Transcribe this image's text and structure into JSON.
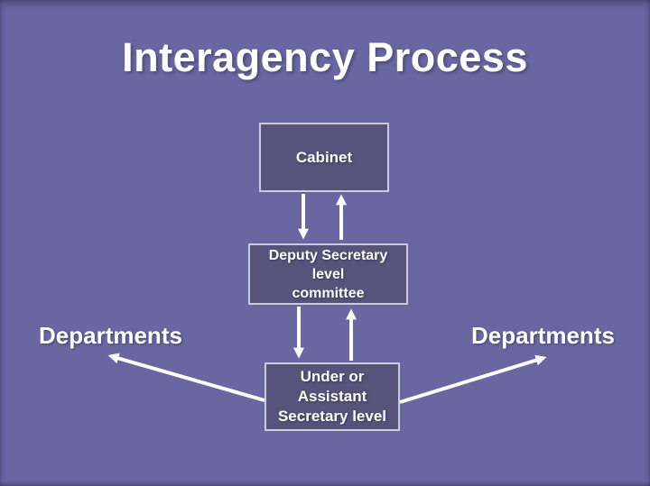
{
  "slide": {
    "title": "Interagency Process"
  },
  "diagram": {
    "nodes": [
      {
        "id": "cabinet",
        "label": "Cabinet"
      },
      {
        "id": "deputy-secretary-level-committee",
        "label": "Deputy Secretary\nlevel\ncommittee"
      },
      {
        "id": "under-or-assistant-secretary-level",
        "label": "Under or\nAssistant\nSecretary level"
      }
    ],
    "side_labels": {
      "left": "Departments",
      "right": "Departments"
    },
    "arrows": [
      {
        "from": "cabinet",
        "to": "deputy-secretary-level-committee",
        "direction": "down"
      },
      {
        "from": "deputy-secretary-level-committee",
        "to": "cabinet",
        "direction": "up"
      },
      {
        "from": "deputy-secretary-level-committee",
        "to": "under-or-assistant-secretary-level",
        "direction": "down"
      },
      {
        "from": "under-or-assistant-secretary-level",
        "to": "deputy-secretary-level-committee",
        "direction": "up"
      },
      {
        "from": "under-or-assistant-secretary-level",
        "to": "departments-left",
        "direction": "up-left"
      },
      {
        "from": "under-or-assistant-secretary-level",
        "to": "departments-right",
        "direction": "up-right"
      }
    ]
  },
  "theme": {
    "background": "#6966A2",
    "node_fill": "#57537A",
    "node_border": "#CBCBDE",
    "text": "#FFFFFF",
    "arrow": "#FFFFFF"
  }
}
